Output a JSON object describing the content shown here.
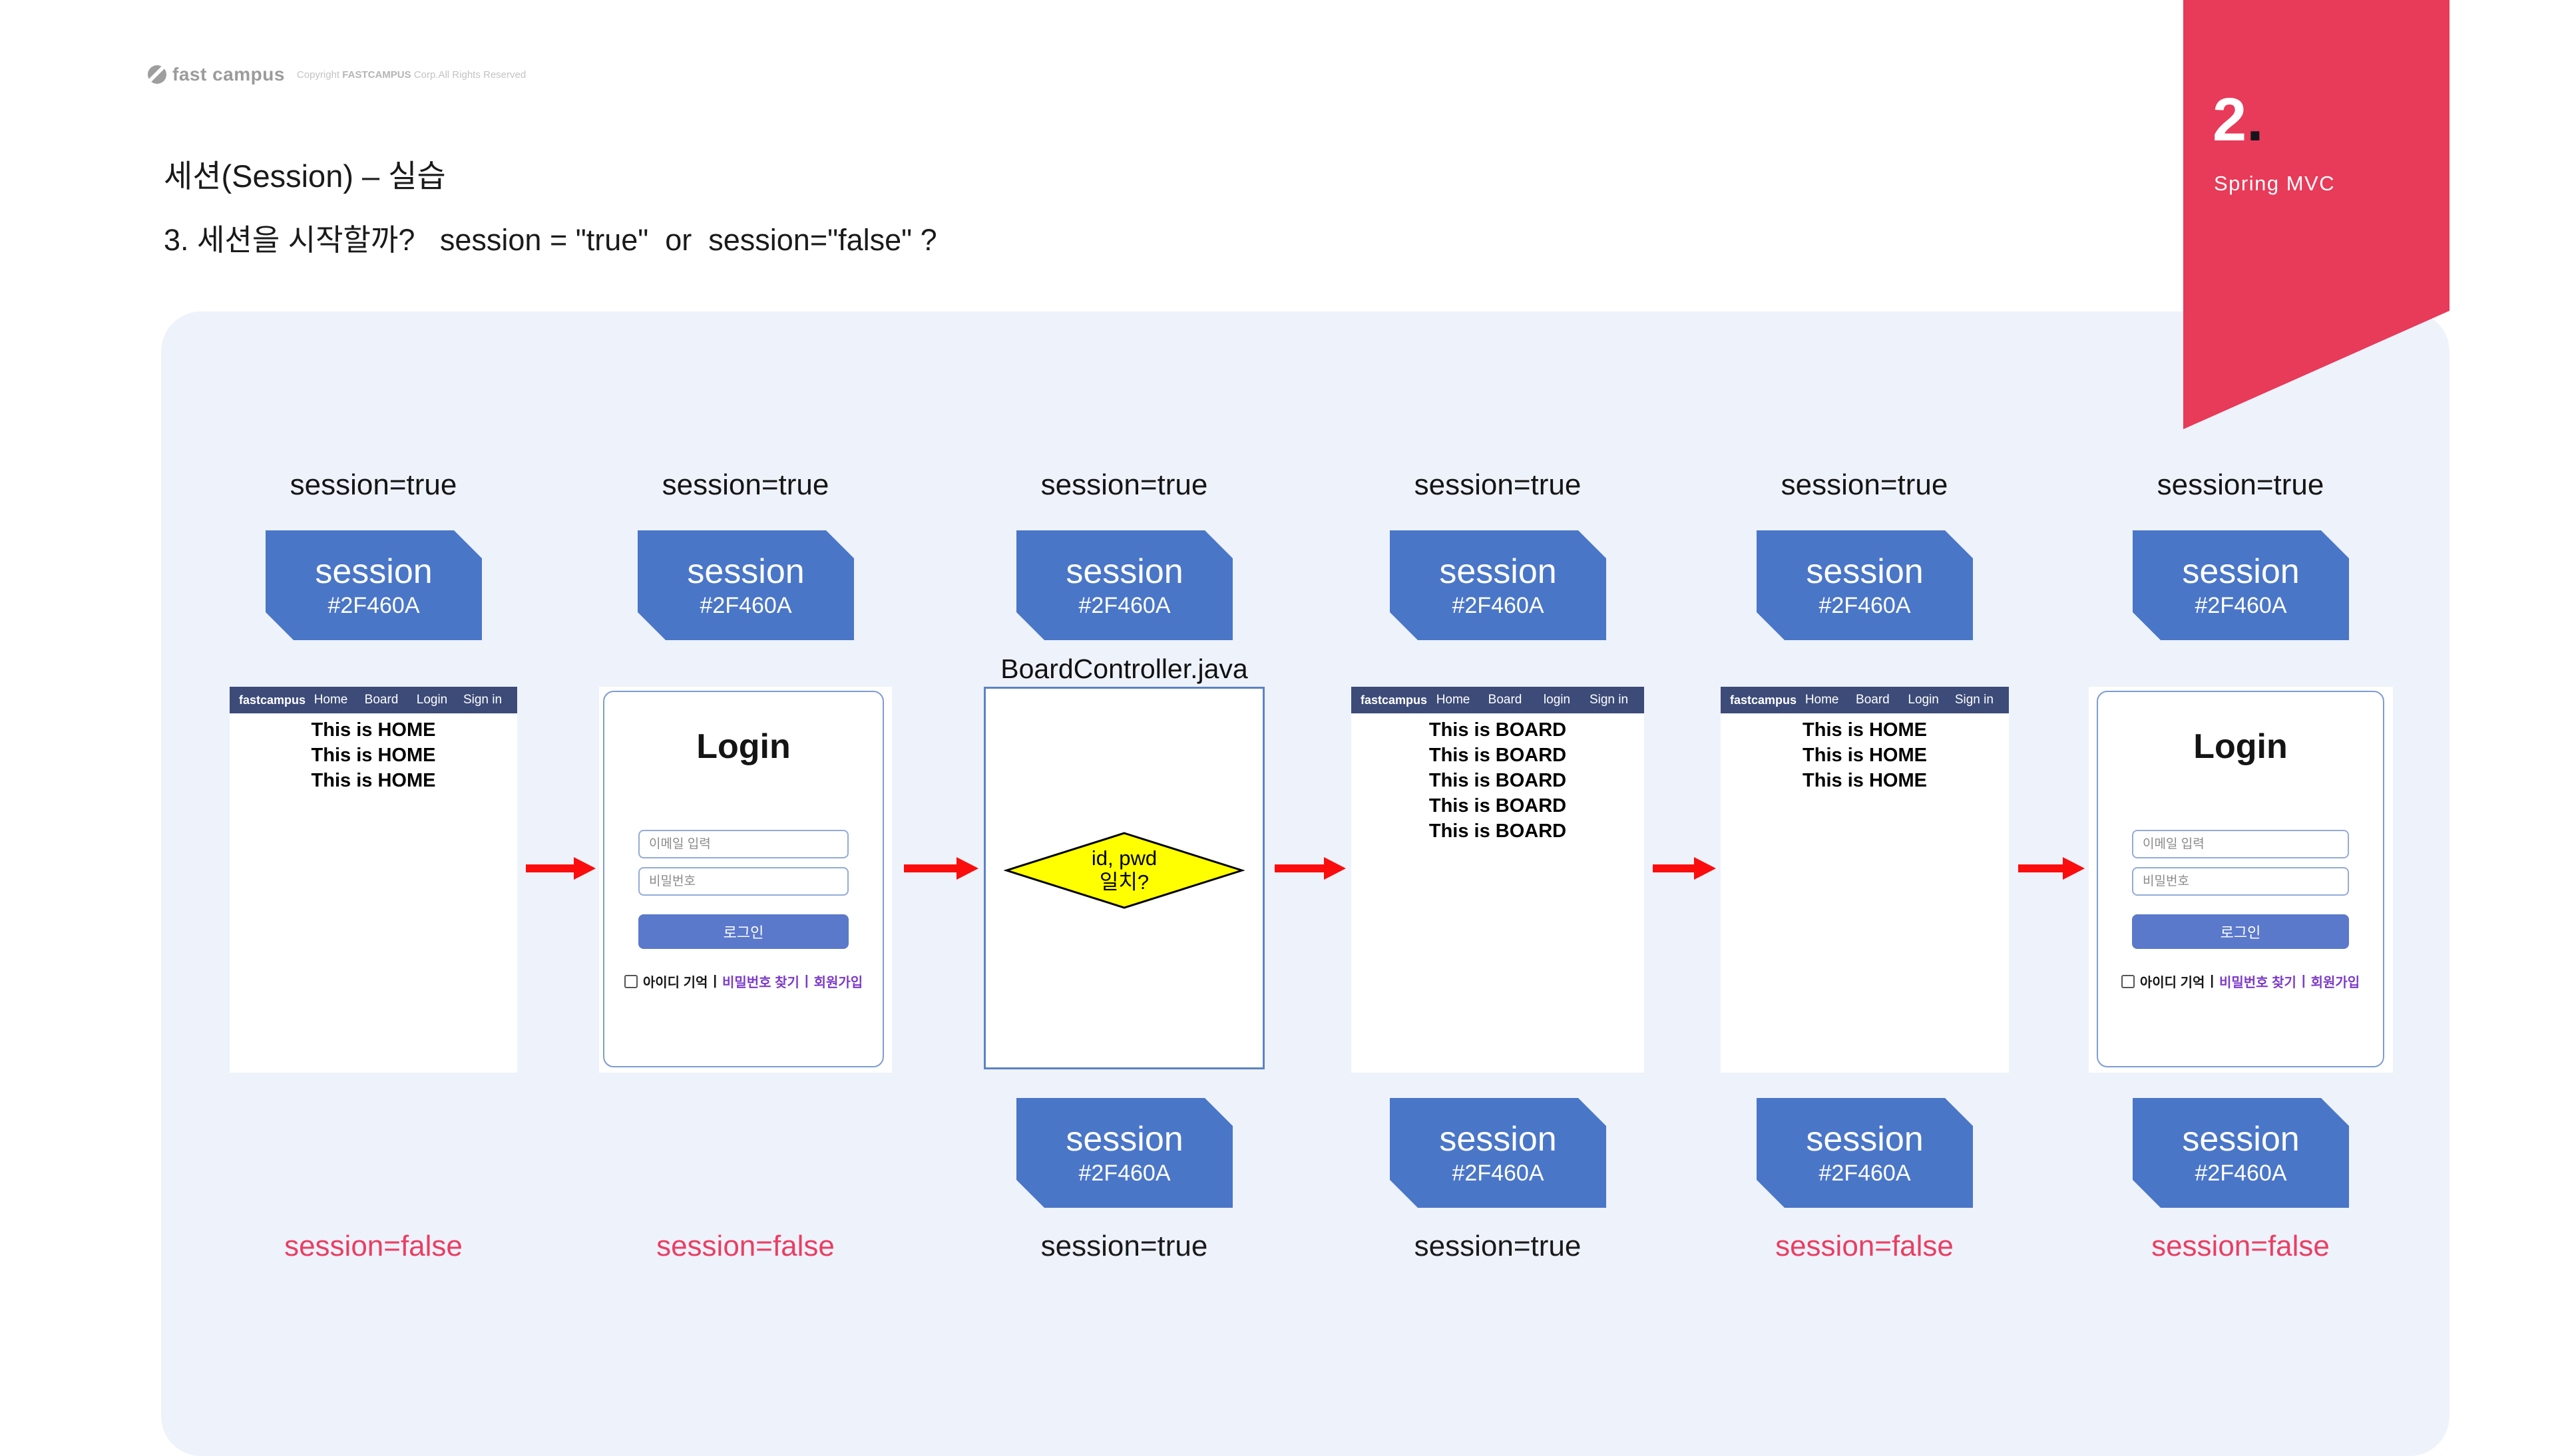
{
  "header": {
    "logo_text": "fast campus",
    "copyright_pre": "Copyright ",
    "copyright_bold": "FASTCAMPUS",
    "copyright_post": " Corp.All Rights Reserved",
    "title_line1": "세션(Session) – 실습",
    "title_line2": "3. 세션을 시작할까?   session = \"true\"  or  session=\"false\" ?"
  },
  "ribbon": {
    "number": "2",
    "dot": ".",
    "subtitle": "Spring MVC",
    "color": "#E83A59"
  },
  "colors": {
    "panel": "#EEF2FB",
    "session_box_blue": "#4A76C8",
    "mock_navbar_navy": "#3C4B78",
    "arrow_red": "#FB0D0D",
    "false_label_red": "#EA3E62",
    "true_label_black": "#1A1A1A",
    "link_purple": "#7C3AC8",
    "diamond_yellow": "#FFFF00",
    "login_button_blue": "#5B79CB"
  },
  "session_box": {
    "title": "session",
    "session_id": "#2F460A"
  },
  "columns": [
    {
      "top_label": "session=true",
      "bottom_label": "session=false",
      "screen": {
        "type": "home",
        "nav": [
          "fastcampus",
          "Home",
          "Board",
          "Login",
          "Sign in"
        ],
        "lines": [
          "This is HOME",
          "This is HOME",
          "This is HOME"
        ]
      }
    },
    {
      "top_label": "session=true",
      "bottom_label": "session=false",
      "screen": {
        "type": "login",
        "title": "Login",
        "email_placeholder": "이메일 입력",
        "password_placeholder": "비밀번호",
        "login_button": "로그인",
        "remember_label": "아이디 기억",
        "separator": "|",
        "find_password": "비밀번호 찾기",
        "signup": "회원가입"
      }
    },
    {
      "top_label": "session=true",
      "bottom_label": "session=true",
      "caption": "BoardController.java",
      "screen": {
        "type": "controller",
        "diamond_line1": "id, pwd",
        "diamond_line2": "일치?"
      }
    },
    {
      "top_label": "session=true",
      "bottom_label": "session=true",
      "screen": {
        "type": "board",
        "nav": [
          "fastcampus",
          "Home",
          "Board",
          "login",
          "Sign in"
        ],
        "lines": [
          "This is BOARD",
          "This is BOARD",
          "This is BOARD",
          "This is BOARD",
          "This is BOARD"
        ]
      }
    },
    {
      "top_label": "session=true",
      "bottom_label": "session=false",
      "screen": {
        "type": "home",
        "nav": [
          "fastcampus",
          "Home",
          "Board",
          "Login",
          "Sign in"
        ],
        "lines": [
          "This is HOME",
          "This is HOME",
          "This is HOME"
        ]
      }
    },
    {
      "top_label": "session=true",
      "bottom_label": "session=false",
      "screen": {
        "type": "login",
        "title": "Login",
        "email_placeholder": "이메일 입력",
        "password_placeholder": "비밀번호",
        "login_button": "로그인",
        "remember_label": "아이디 기억",
        "separator": "|",
        "find_password": "비밀번호 찾기",
        "signup": "회원가입"
      }
    }
  ]
}
